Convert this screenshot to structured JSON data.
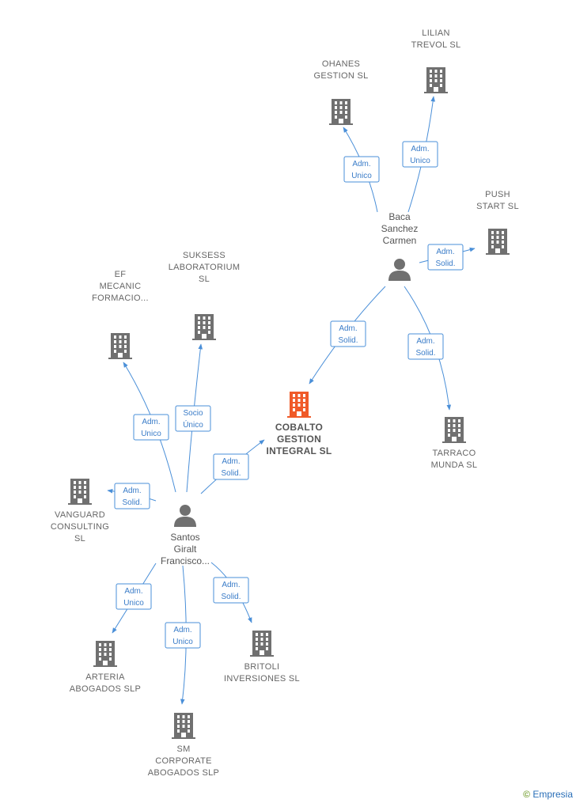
{
  "colors": {
    "company": "#707070",
    "main": "#f05a28",
    "edge": "#4a8fd8",
    "person": "#707070"
  },
  "nodes": [
    {
      "id": "cobalto",
      "type": "company",
      "main": true,
      "lines": [
        "COBALTO",
        "GESTION",
        "INTEGRAL  SL"
      ]
    },
    {
      "id": "baca",
      "type": "person",
      "lines": [
        "Baca",
        "Sanchez",
        "Carmen"
      ]
    },
    {
      "id": "santos",
      "type": "person",
      "lines": [
        "Santos",
        "Giralt",
        "Francisco..."
      ]
    },
    {
      "id": "ohanes",
      "type": "company",
      "lines": [
        "OHANES",
        "GESTION  SL"
      ]
    },
    {
      "id": "lilian",
      "type": "company",
      "lines": [
        "LILIAN",
        "TREVOL  SL"
      ]
    },
    {
      "id": "push",
      "type": "company",
      "lines": [
        "PUSH",
        "START  SL"
      ]
    },
    {
      "id": "tarraco",
      "type": "company",
      "lines": [
        "TARRACO",
        "MUNDA  SL"
      ]
    },
    {
      "id": "ef",
      "type": "company",
      "lines": [
        "EF",
        "MECANIC",
        "FORMACIO..."
      ]
    },
    {
      "id": "suksess",
      "type": "company",
      "lines": [
        "SUKSESS",
        "LABORATORIUM",
        "SL"
      ]
    },
    {
      "id": "vanguard",
      "type": "company",
      "lines": [
        "VANGUARD",
        "CONSULTING",
        "SL"
      ]
    },
    {
      "id": "arteria",
      "type": "company",
      "lines": [
        "ARTERIA",
        "ABOGADOS  SLP"
      ]
    },
    {
      "id": "sm",
      "type": "company",
      "lines": [
        "SM",
        "CORPORATE",
        "ABOGADOS  SLP"
      ]
    },
    {
      "id": "britoli",
      "type": "company",
      "lines": [
        "BRITOLI",
        "INVERSIONES SL"
      ]
    }
  ],
  "edges": [
    {
      "from": "baca",
      "to": "ohanes",
      "lines": [
        "Adm.",
        "Unico"
      ]
    },
    {
      "from": "baca",
      "to": "lilian",
      "lines": [
        "Adm.",
        "Unico"
      ]
    },
    {
      "from": "baca",
      "to": "push",
      "lines": [
        "Adm.",
        "Solid."
      ]
    },
    {
      "from": "baca",
      "to": "cobalto",
      "lines": [
        "Adm.",
        "Solid."
      ]
    },
    {
      "from": "baca",
      "to": "tarraco",
      "lines": [
        "Adm.",
        "Solid."
      ]
    },
    {
      "from": "santos",
      "to": "ef",
      "lines": [
        "Adm.",
        "Unico"
      ]
    },
    {
      "from": "santos",
      "to": "suksess",
      "lines": [
        "Socio",
        "Único"
      ]
    },
    {
      "from": "santos",
      "to": "cobalto",
      "lines": [
        "Adm.",
        "Solid."
      ]
    },
    {
      "from": "santos",
      "to": "vanguard",
      "lines": [
        "Adm.",
        "Solid."
      ]
    },
    {
      "from": "santos",
      "to": "arteria",
      "lines": [
        "Adm.",
        "Unico"
      ]
    },
    {
      "from": "santos",
      "to": "sm",
      "lines": [
        "Adm.",
        "Unico"
      ]
    },
    {
      "from": "santos",
      "to": "britoli",
      "lines": [
        "Adm.",
        "Solid."
      ]
    }
  ],
  "brand": {
    "copyright": "©",
    "name": "Empresia"
  }
}
